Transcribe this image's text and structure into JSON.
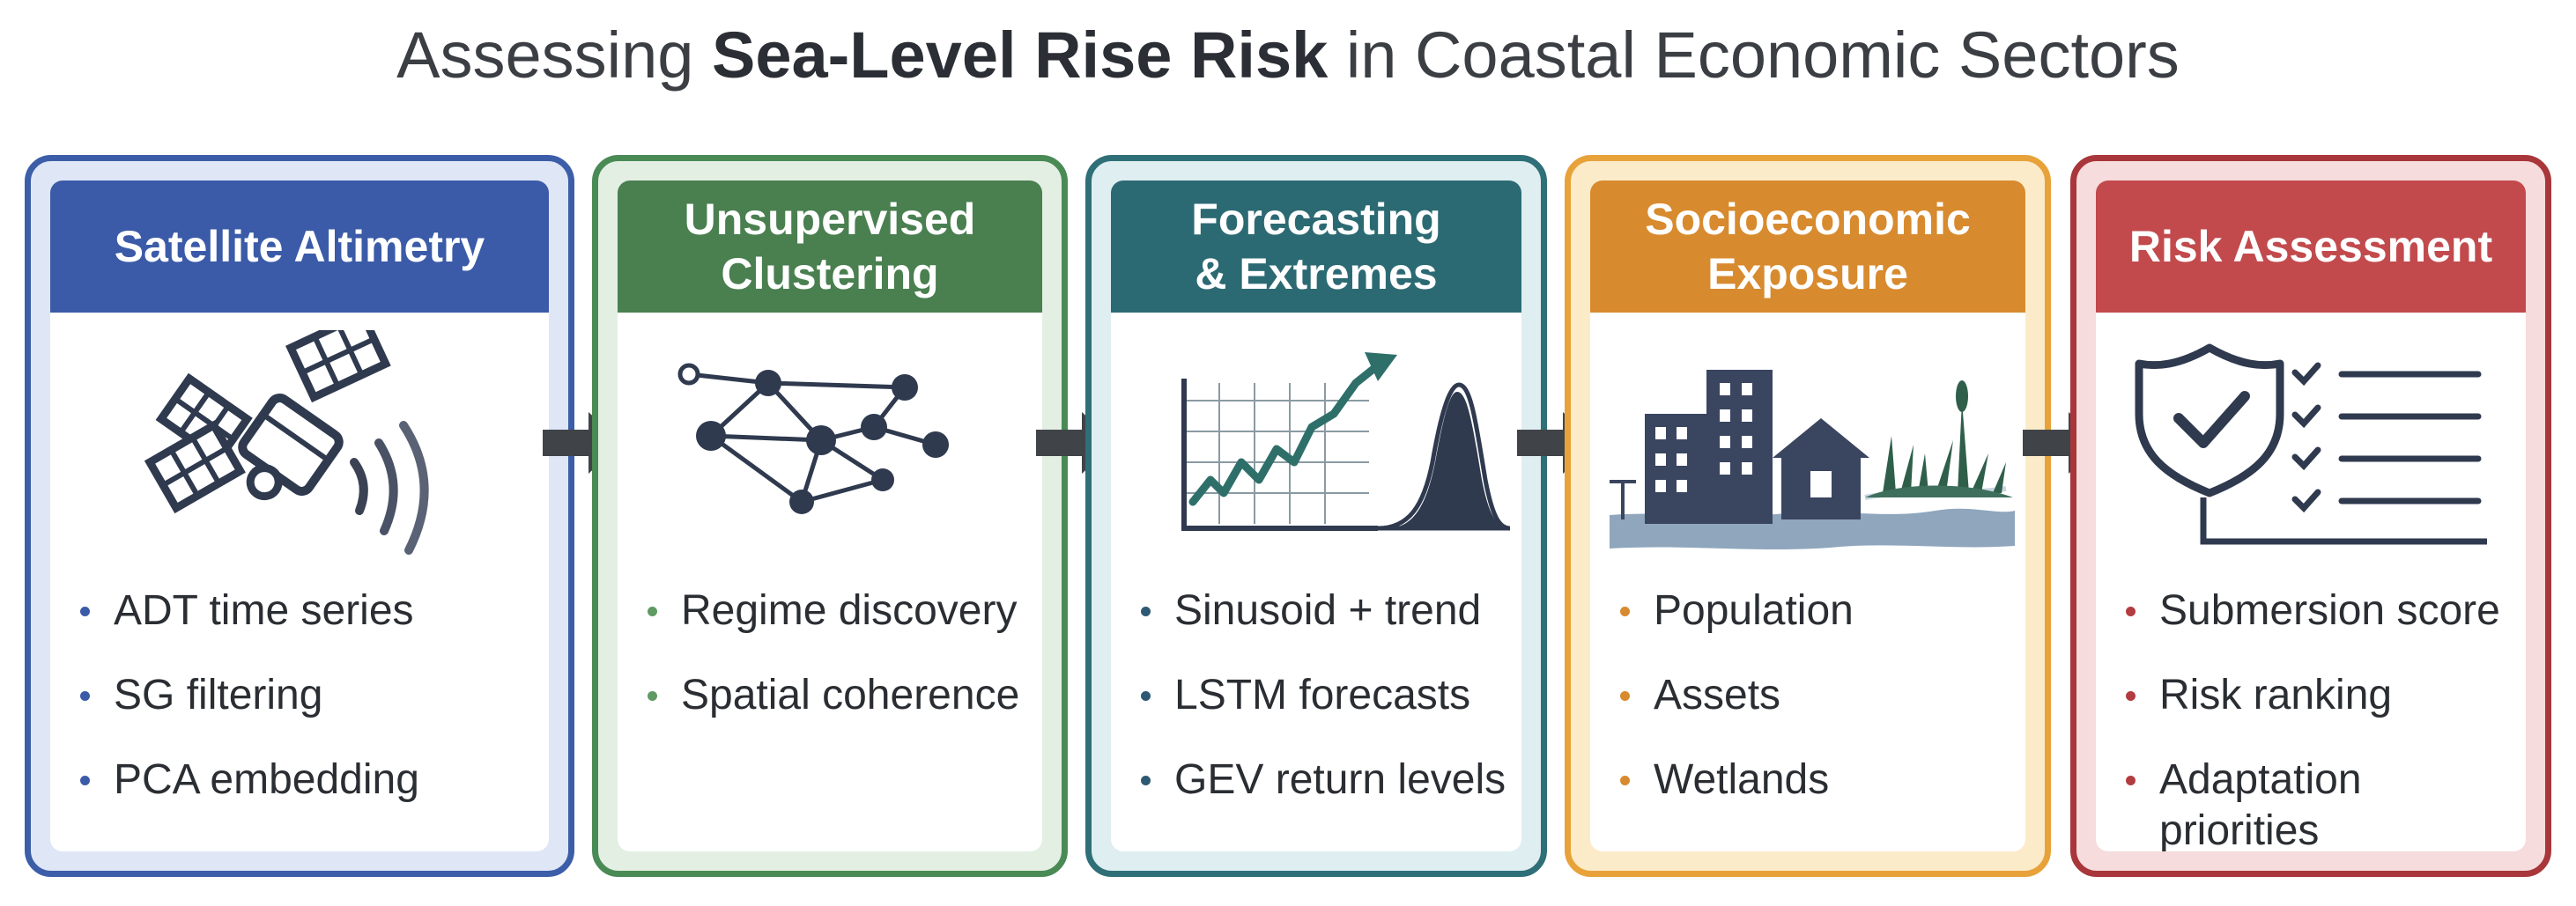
{
  "title": {
    "prefix": "Assessing ",
    "bold": "Sea-Level Rise Risk",
    "suffix": " in Coastal Economic Sectors"
  },
  "colors": {
    "satellite": "#3b5ba8",
    "clustering": "#4a7f50",
    "forecasting": "#2c6a73",
    "exposure": "#d88a2e",
    "risk": "#c24a4d",
    "arrow": "#404448"
  },
  "stages": [
    {
      "header": "Satellite Altimetry",
      "icon": "satellite-icon",
      "bullets": [
        "ADT time series",
        "SG filtering",
        "PCA embedding"
      ]
    },
    {
      "header_line1": "Unsupervised",
      "header_line2": "Clustering",
      "icon": "network-graph-icon",
      "bullets": [
        "Regime discovery",
        "Spatial coherence"
      ]
    },
    {
      "header_line1": "Forecasting",
      "header_line2": "& Extremes",
      "icon": "trend-chart-icon",
      "bullets": [
        "Sinusoid + trend",
        "LSTM forecasts",
        "GEV return levels"
      ]
    },
    {
      "header_line1": "Socioeconomic",
      "header_line2": "Exposure",
      "icon": "city-wetland-icon",
      "bullets": [
        "Population",
        "Assets",
        "Wetlands"
      ]
    },
    {
      "header": "Risk Assessment",
      "icon": "shield-checklist-icon",
      "bullets": [
        "Submersion score",
        "Risk ranking",
        "Adaptation priorities"
      ]
    }
  ]
}
